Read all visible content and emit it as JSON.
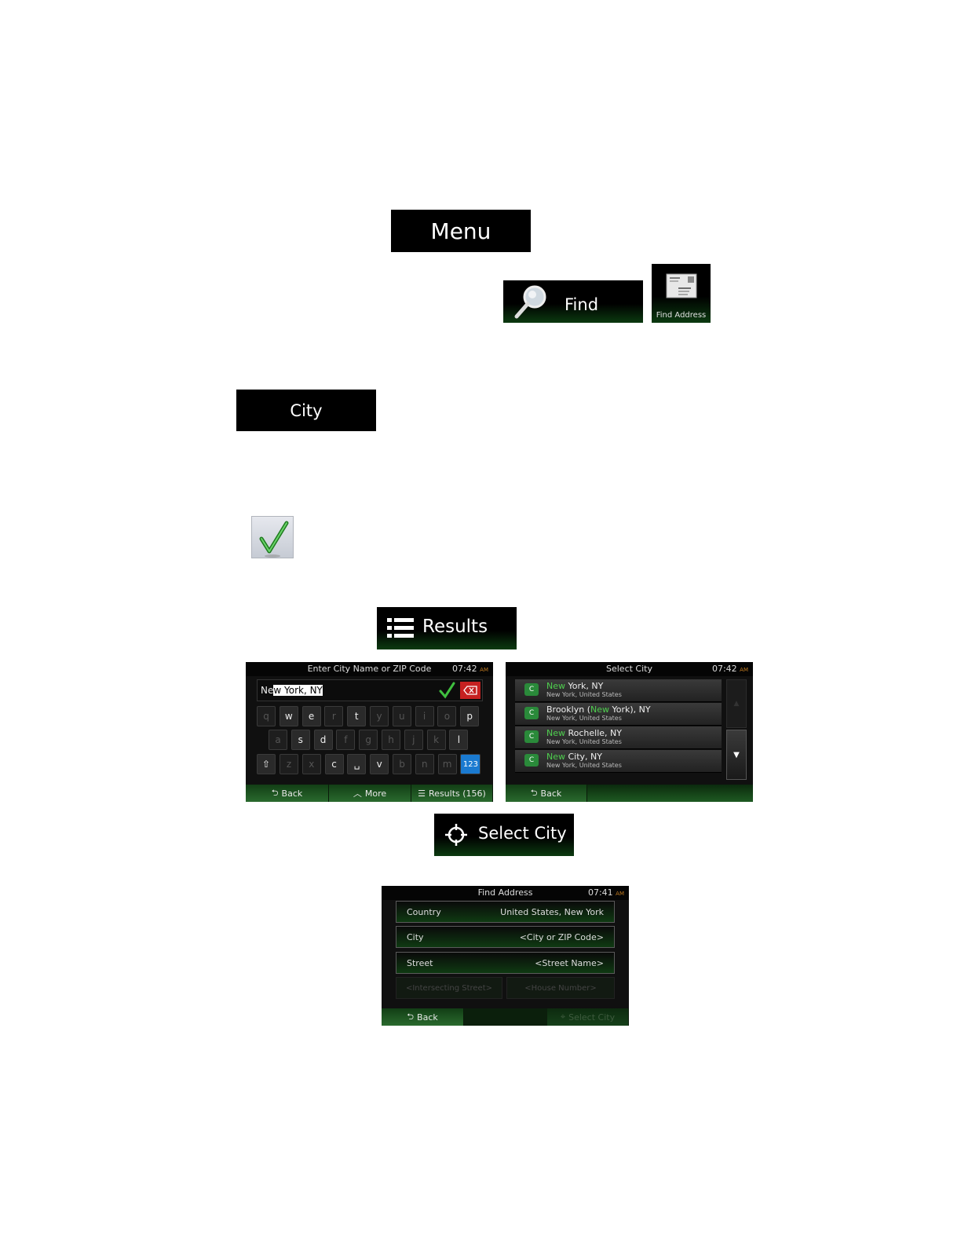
{
  "menu_button": {
    "label": "Menu"
  },
  "find_button": {
    "label": "Find",
    "icon": "magnifier-icon"
  },
  "find_address_tile": {
    "label": "Find Address",
    "icon": "envelope-icon"
  },
  "city_button": {
    "label": "City"
  },
  "confirm_icon": {
    "icon": "checkmark-icon"
  },
  "results_button": {
    "label": "Results",
    "icon": "list-icon"
  },
  "keyboard_screen": {
    "title": "Enter City Name or ZIP Code",
    "time": "07:42",
    "ampm": "AM",
    "input_typed": "Ne",
    "input_completion": "w York, NY",
    "keys_row1": [
      "q",
      "w",
      "e",
      "r",
      "t",
      "y",
      "u",
      "i",
      "o",
      "p"
    ],
    "keys_row2": [
      "a",
      "s",
      "d",
      "f",
      "g",
      "h",
      "j",
      "k",
      "l"
    ],
    "keys_row3": [
      "z",
      "x",
      "c",
      "␣",
      "v",
      "b",
      "n",
      "m",
      "123"
    ],
    "back_label": "Back",
    "more_label": "More",
    "results_label": "Results (156)"
  },
  "select_city_screen": {
    "title": "Select City",
    "time": "07:42",
    "ampm": "AM",
    "items": [
      {
        "pre": "",
        "match": "New",
        "post": " York, NY",
        "sub": "New York, United States"
      },
      {
        "pre": "Brooklyn (",
        "match": "New",
        "post": " York), NY",
        "sub": "New York, United States"
      },
      {
        "pre": "",
        "match": "New",
        "post": " Rochelle, NY",
        "sub": "New York, United States"
      },
      {
        "pre": "",
        "match": "New",
        "post": " City, NY",
        "sub": "New York, United States"
      }
    ],
    "back_label": "Back"
  },
  "select_city_button": {
    "label": "Select City",
    "icon": "crosshair-icon"
  },
  "find_address_screen": {
    "title": "Find Address",
    "time": "07:41",
    "ampm": "AM",
    "country_label": "Country",
    "country_value": "United States, New York",
    "city_label": "City",
    "city_value": "<City or ZIP Code>",
    "street_label": "Street",
    "street_value": "<Street Name>",
    "intersecting_label": "<Intersecting Street>",
    "house_label": "<House Number>",
    "back_label": "Back",
    "select_city_label": "Select City"
  }
}
